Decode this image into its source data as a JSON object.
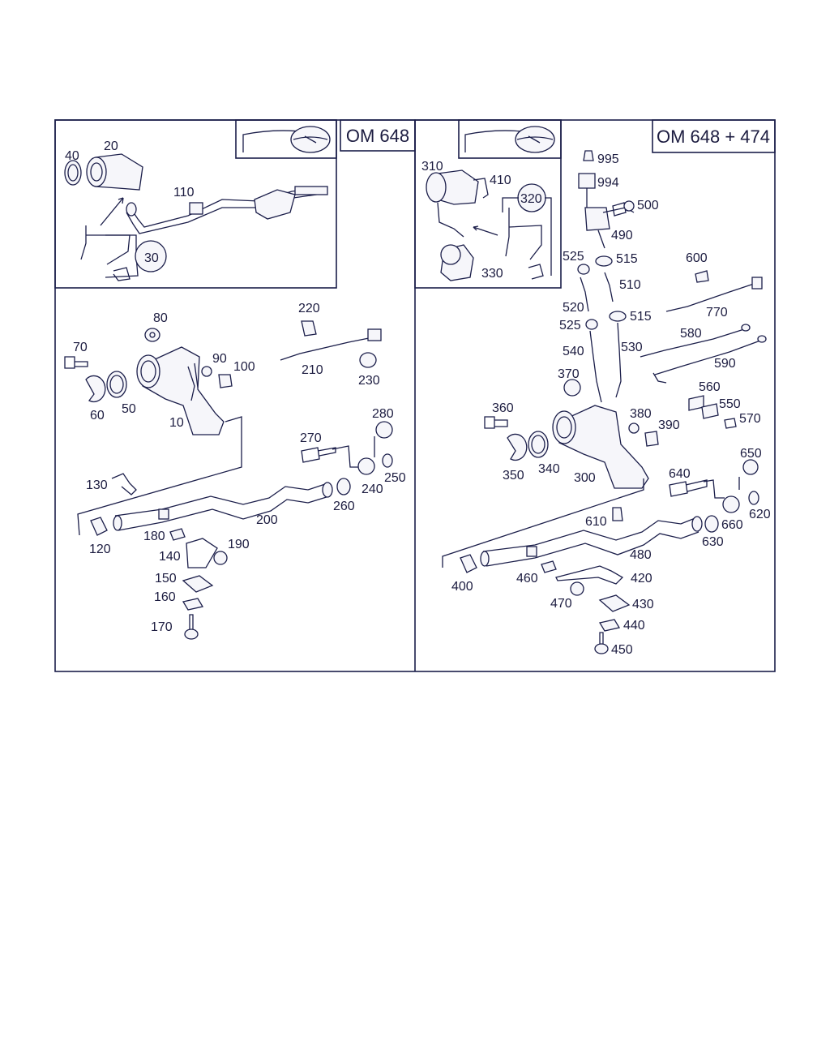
{
  "engine_labels": {
    "left": "OM 648",
    "right": "OM 648 + 474"
  },
  "colors": {
    "line": "#1b1e4a",
    "text": "#1c1c40",
    "part_fill": "#f6f6fa"
  },
  "icons": [
    "steering-wheel-icon",
    "steering-wheel-icon"
  ],
  "callouts": {
    "left": [
      "10",
      "20",
      "30",
      "40",
      "50",
      "60",
      "70",
      "80",
      "90",
      "100",
      "110",
      "120",
      "130",
      "140",
      "150",
      "160",
      "170",
      "180",
      "190",
      "200",
      "210",
      "220",
      "230",
      "240",
      "250",
      "260",
      "270",
      "280"
    ],
    "right": [
      "300",
      "310",
      "320",
      "330",
      "340",
      "350",
      "360",
      "370",
      "380",
      "390",
      "400",
      "410",
      "420",
      "430",
      "440",
      "450",
      "460",
      "470",
      "480",
      "490",
      "500",
      "510",
      "515",
      "515",
      "520",
      "525",
      "525",
      "530",
      "540",
      "550",
      "560",
      "570",
      "580",
      "590",
      "600",
      "610",
      "620",
      "630",
      "640",
      "650",
      "660",
      "770",
      "994",
      "995"
    ]
  }
}
